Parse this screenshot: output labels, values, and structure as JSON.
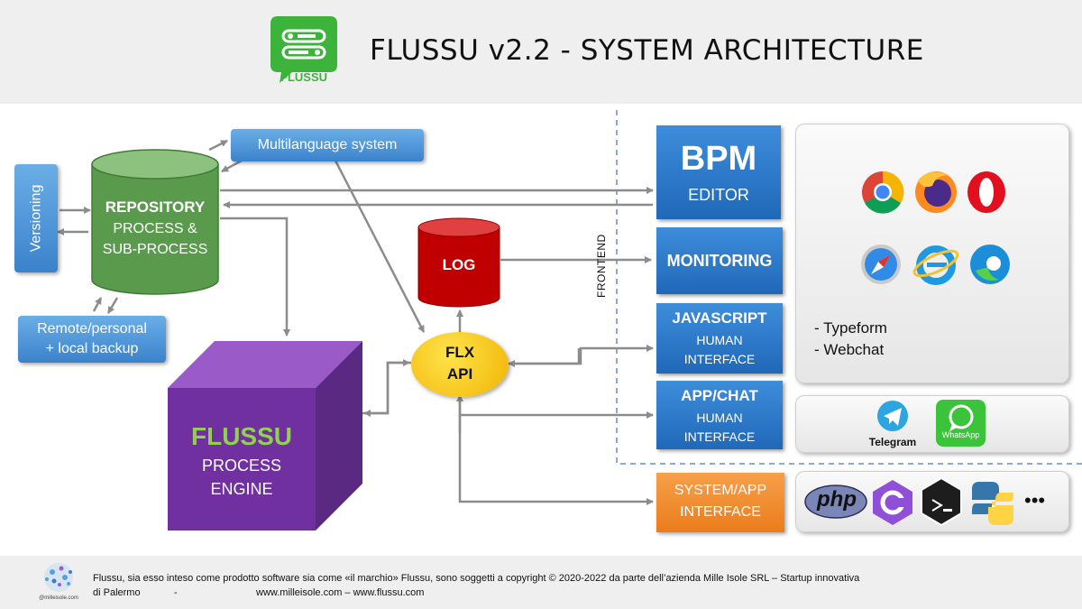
{
  "header": {
    "title": "FLUSSU v2.2 - SYSTEM ARCHITECTURE",
    "logo_text": "FLUSSU"
  },
  "repository": {
    "title": "REPOSITORY",
    "line1": "PROCESS &",
    "line2": "SUB-PROCESS"
  },
  "versioning": "Versioning",
  "multilanguage": "Multilanguage system",
  "backup": {
    "line1": "Remote/personal",
    "line2": "+ local backup"
  },
  "engine": {
    "brand": "FLUSSU",
    "line1": "PROCESS",
    "line2": "ENGINE"
  },
  "log": "LOG",
  "api": {
    "line1": "FLX",
    "line2": "API"
  },
  "frontend_label": "FRONTEND",
  "bpm": {
    "title": "BPM",
    "sub": "EDITOR"
  },
  "monitoring": "MONITORING",
  "javascript": {
    "title": "JAVASCRIPT",
    "line1": "HUMAN",
    "line2": "INTERFACE"
  },
  "appchat": {
    "title": "APP/CHAT",
    "line1": "HUMAN",
    "line2": "INTERFACE"
  },
  "system_app": {
    "line1": "SYSTEM/APP",
    "line2": "INTERFACE"
  },
  "browsers_panel": {
    "item1": "- Typeform",
    "item2": "- Webchat"
  },
  "messaging": {
    "telegram": "Telegram",
    "whatsapp": "WhatsApp"
  },
  "languages": {
    "php": "php",
    "more": "•••"
  },
  "footer": {
    "line1": "Flussu, sia esso inteso come prodotto software sia come «il marchio» Flussu, sono soggetti a copyright © 2020-2022 da parte dell’azienda Mille Isole SRL – Startup innovativa",
    "line2a": "di Palermo",
    "line2b": "-",
    "line2c": "www.milleisole.com – www.flussu.com",
    "small_logo": "@milleisole.com"
  },
  "colors": {
    "repository_green": "#5a9a4c",
    "engine_purple": "#7030a0",
    "log_red": "#c00000",
    "api_yellow": "#f5c400",
    "frontend_blue": "#2e7bd0",
    "system_orange": "#f08a2a"
  }
}
